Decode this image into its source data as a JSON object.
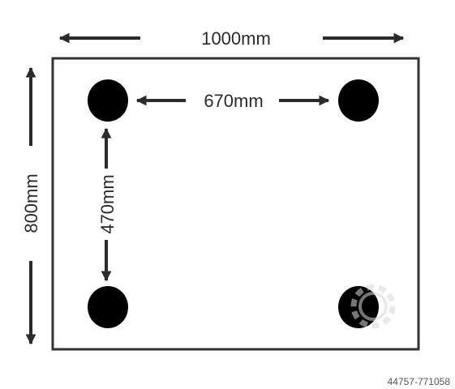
{
  "dimensions": {
    "width": "1000mm",
    "height": "800mm",
    "hole_spacing_horizontal": "670mm",
    "hole_spacing_vertical": "470mm"
  },
  "reference_id": "44757-771058",
  "colors": {
    "ink": "#2b2b2b",
    "frame": "#333333",
    "watermark": "#d8d8d8"
  }
}
